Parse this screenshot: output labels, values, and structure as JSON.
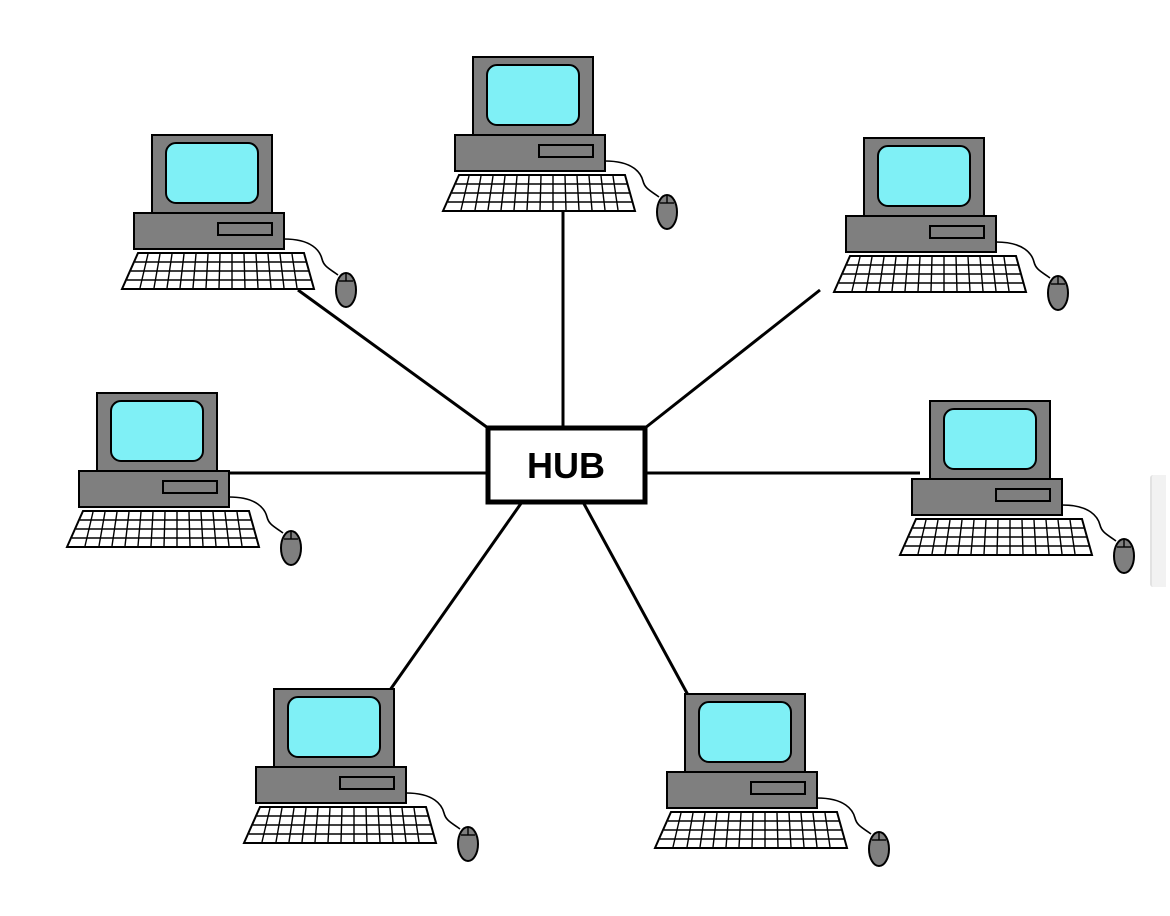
{
  "hub": {
    "label": "HUB"
  },
  "computers": [
    {
      "id": "top"
    },
    {
      "id": "upper-left"
    },
    {
      "id": "upper-right"
    },
    {
      "id": "middle-left"
    },
    {
      "id": "middle-right"
    },
    {
      "id": "lower-left"
    },
    {
      "id": "lower-right"
    }
  ],
  "colors": {
    "screen": "#7ff0f6",
    "case": "#808080",
    "line": "#000000",
    "background": "#ffffff"
  }
}
